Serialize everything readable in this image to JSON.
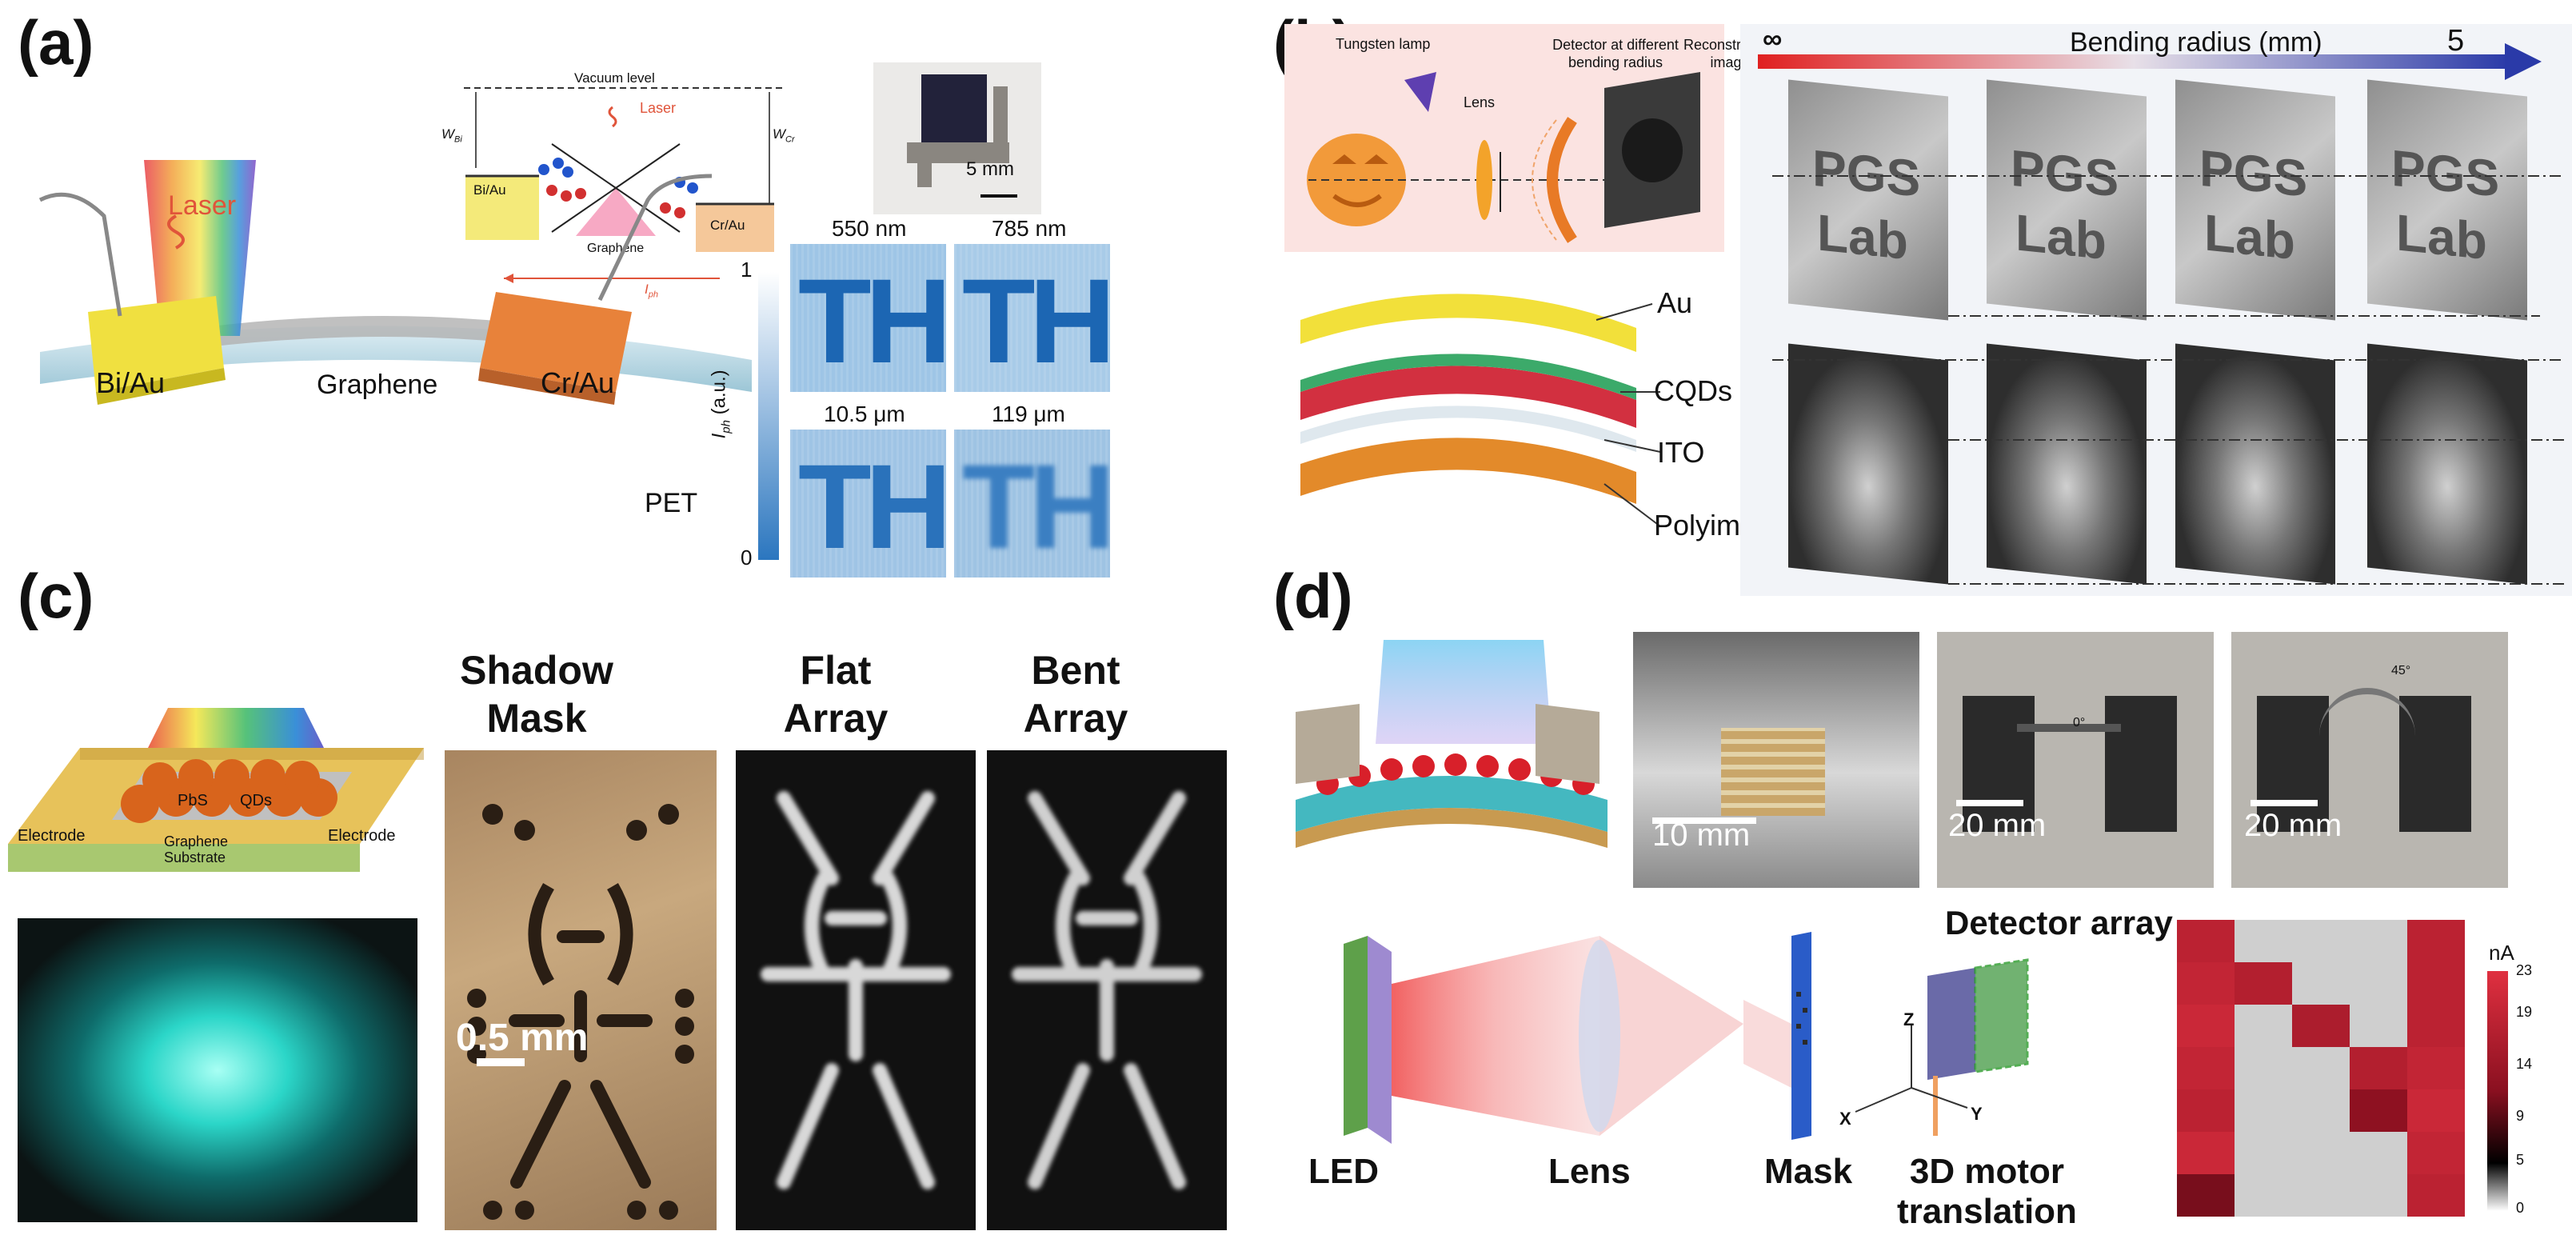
{
  "panel_labels": {
    "a": "(a)",
    "b": "(b)",
    "c": "(c)",
    "d": "(d)"
  },
  "panel_a": {
    "band_diagram": {
      "vacuum_level": "Vacuum level",
      "w_bi": "W",
      "w_bi_sub": "Bi",
      "w_cr": "W",
      "w_cr_sub": "Cr",
      "laser": "Laser",
      "bi_au": "Bi/Au",
      "cr_au": "Cr/Au",
      "graphene": "Graphene",
      "i_ph": "I",
      "i_ph_sub": "ph"
    },
    "device": {
      "laser": "Laser",
      "bi_au": "Bi/Au",
      "cr_au": "Cr/Au",
      "graphene": "Graphene",
      "pet": "PET"
    },
    "photo_scale": "5 mm",
    "maps": [
      {
        "label": "550 nm",
        "letters": "TH"
      },
      {
        "label": "785 nm",
        "letters": "TH"
      },
      {
        "label": "10.5 μm",
        "letters": "TH"
      },
      {
        "label": "119 μm",
        "letters": "TH"
      }
    ],
    "colorbar": {
      "label": "I",
      "label_sub": "ph",
      "label_unit": " (a.u.)",
      "max": "1",
      "min": "0",
      "colors": [
        "#ffffff",
        "#2b76bf"
      ]
    }
  },
  "panel_b": {
    "setup": {
      "tungsten_lamp": "Tungsten lamp",
      "lens": "Lens",
      "detector": "Detector at different bending radius",
      "reconstructed": "Reconstructed image"
    },
    "layers": [
      "Au",
      "CQDs",
      "ITO",
      "Polyimide"
    ],
    "bending": {
      "title": "Bending radius (mm)",
      "start": "∞",
      "end": "5"
    },
    "image_text_line1": "PGS",
    "image_text_line2": "Lab"
  },
  "panel_c": {
    "device": {
      "pbs": "PbS",
      "qds": "QDs",
      "electrode_left": "Electrode",
      "electrode_right": "Electrode",
      "graphene": "Graphene",
      "substrate": "Substrate"
    },
    "columns": [
      {
        "line1": "Shadow",
        "line2": "Mask"
      },
      {
        "line1": "Flat",
        "line2": "Array"
      },
      {
        "line1": "Bent",
        "line2": "Array"
      }
    ],
    "scale": "0.5 mm"
  },
  "panel_d": {
    "photo_scales": [
      "10 mm",
      "20 mm",
      "20 mm"
    ],
    "angles": [
      "0°",
      "45°"
    ],
    "setup": {
      "led": "LED",
      "lens": "Lens",
      "mask": "Mask",
      "detector_array": "Detector array",
      "motor_line1": "3D motor",
      "motor_line2": "translation",
      "axis_x": "X",
      "axis_y": "Y",
      "axis_z": "Z"
    },
    "heatmap_colorbar": {
      "unit": "nA",
      "ticks": [
        "23",
        "19",
        "14",
        "9",
        "5",
        "0"
      ]
    }
  },
  "chart_data": {
    "type": "heatmap",
    "title": "",
    "colorbar_label": "nA",
    "zlim": [
      0,
      23
    ],
    "rows": 7,
    "cols": 5,
    "values": [
      [
        18,
        null,
        null,
        null,
        18
      ],
      [
        19,
        17,
        null,
        null,
        18
      ],
      [
        20,
        null,
        16,
        null,
        18
      ],
      [
        19,
        null,
        null,
        17,
        19
      ],
      [
        18,
        null,
        null,
        12,
        20
      ],
      [
        20,
        null,
        null,
        null,
        19
      ],
      [
        10,
        null,
        null,
        null,
        18
      ]
    ],
    "colors": {
      "low": "#000000",
      "mid": "#8a1020",
      "high": "#e03040",
      "empty": "#cfcfcf"
    }
  }
}
